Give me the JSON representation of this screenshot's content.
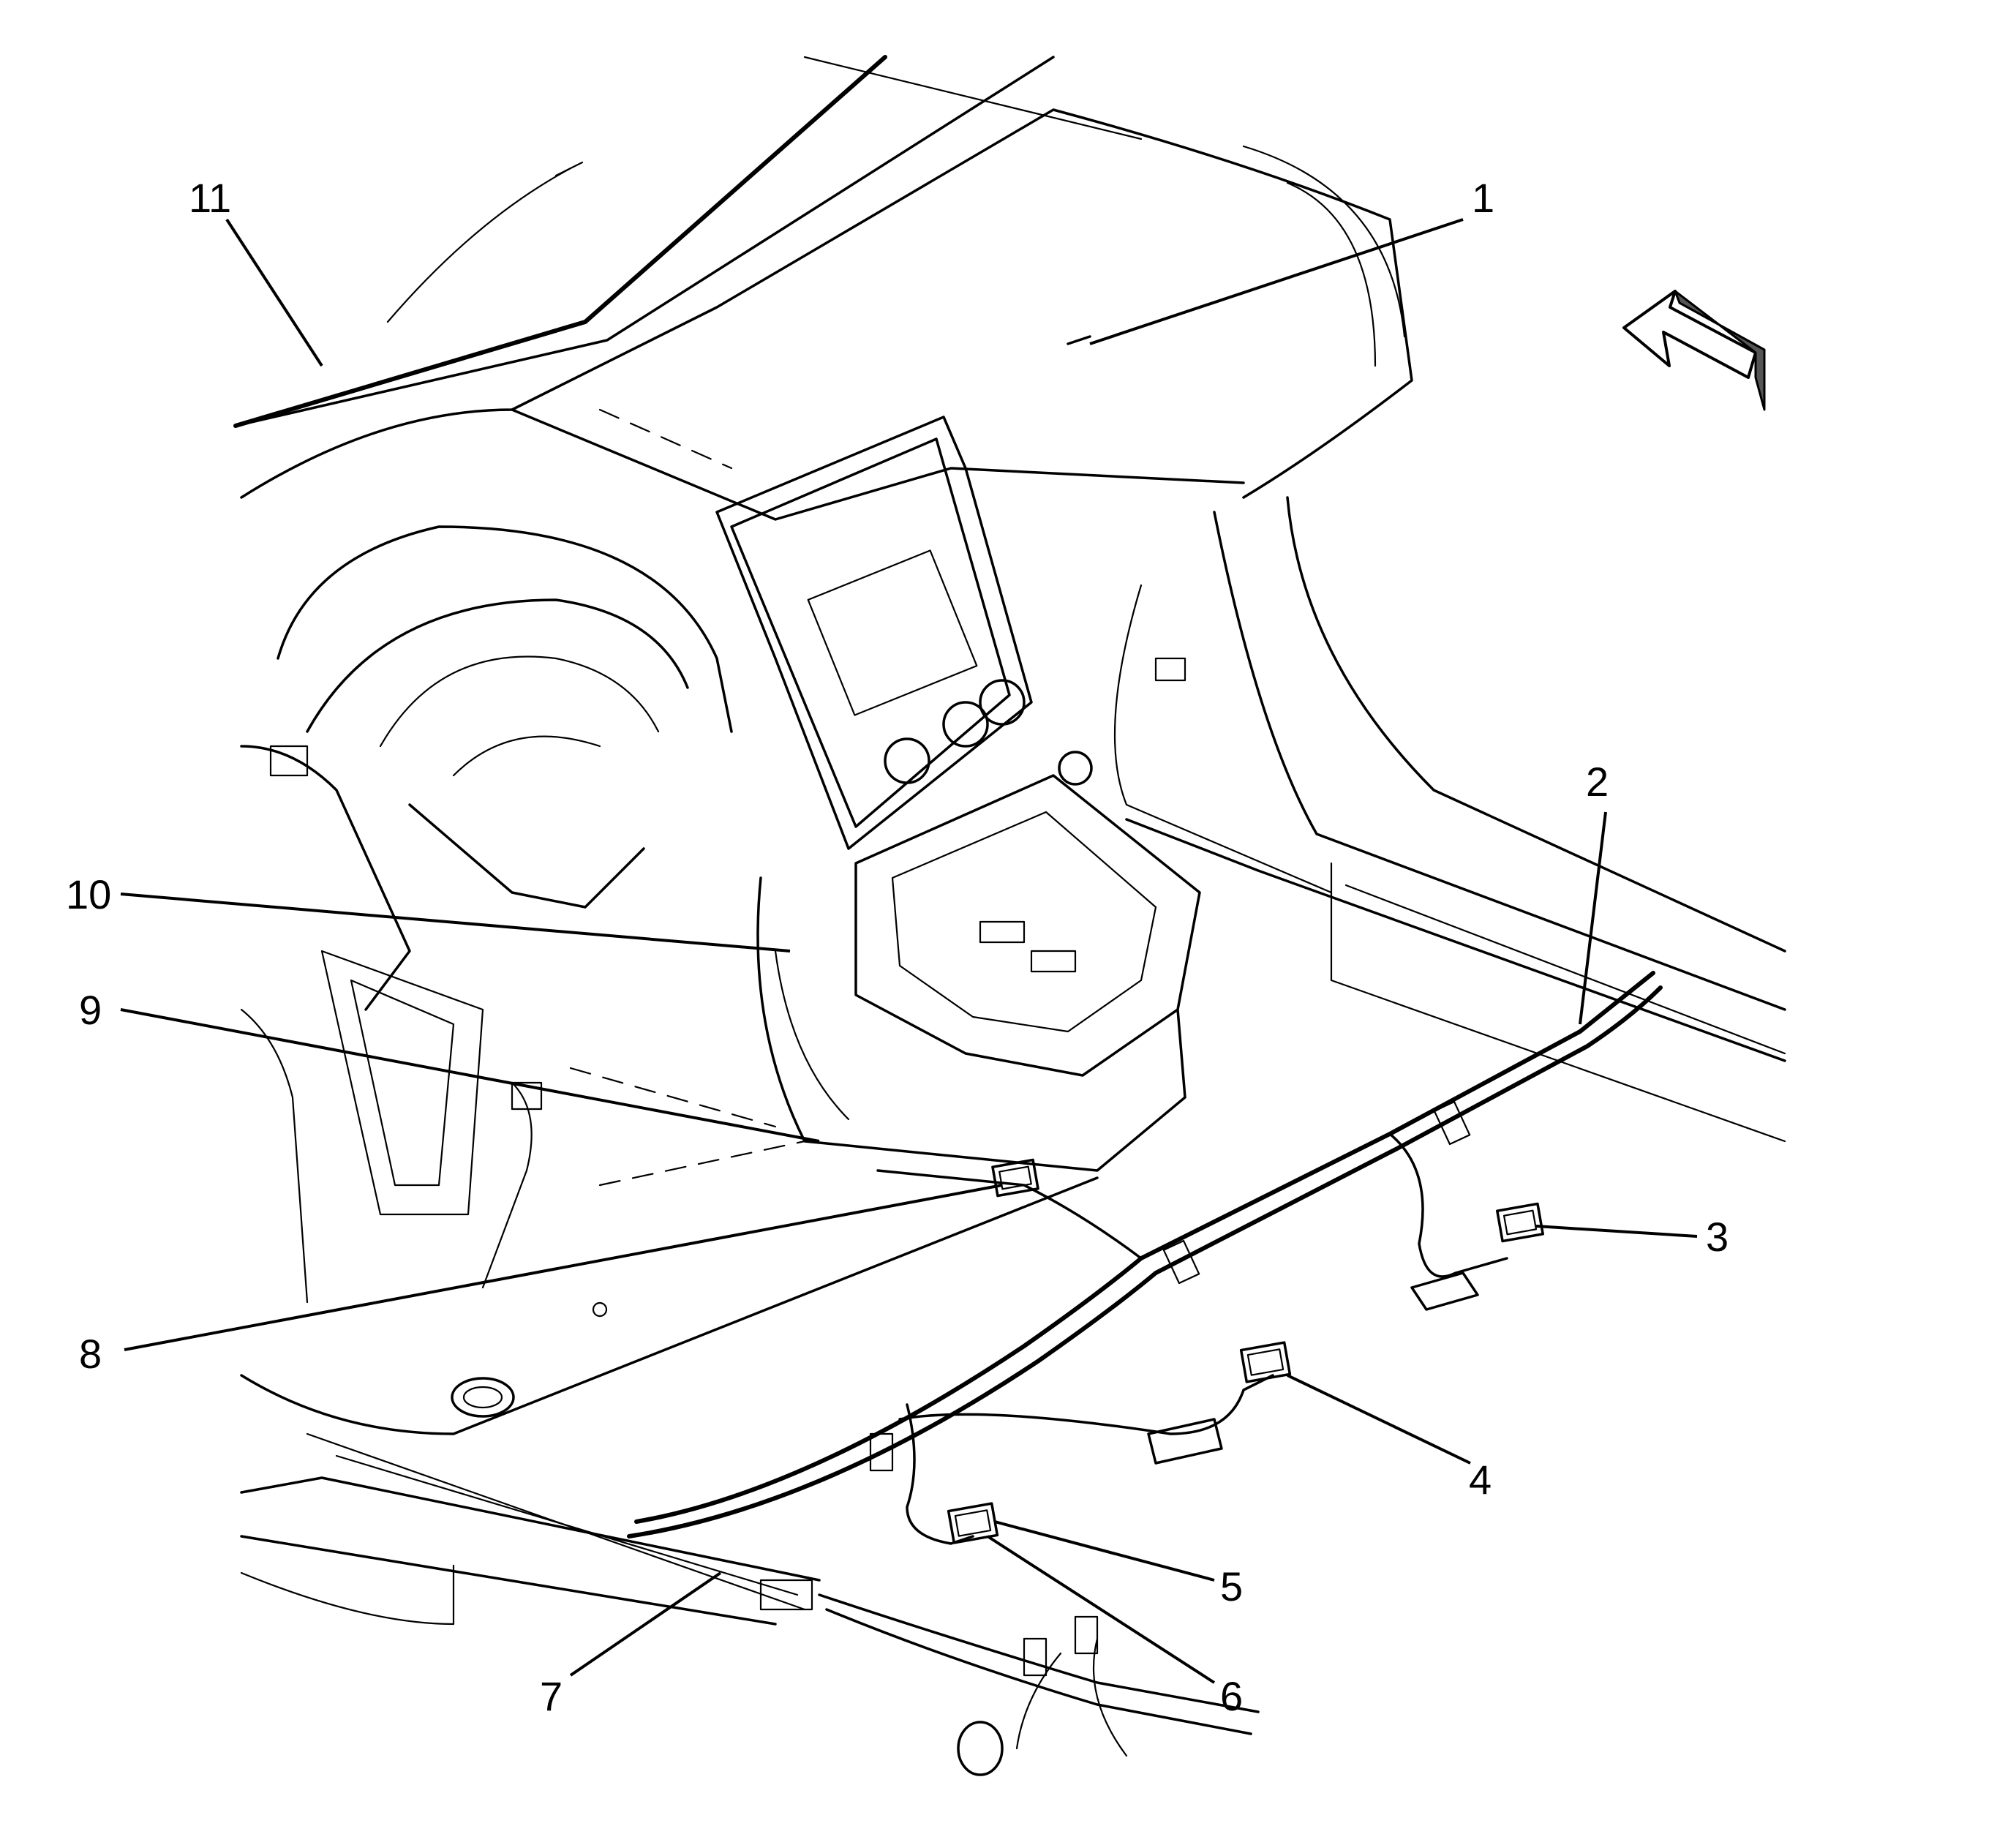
{
  "diagram": {
    "callouts": [
      {
        "id": "1",
        "label": "1"
      },
      {
        "id": "2",
        "label": "2"
      },
      {
        "id": "3",
        "label": "3"
      },
      {
        "id": "4",
        "label": "4"
      },
      {
        "id": "5",
        "label": "5"
      },
      {
        "id": "6",
        "label": "6"
      },
      {
        "id": "7",
        "label": "7"
      },
      {
        "id": "8",
        "label": "8"
      },
      {
        "id": "9",
        "label": "9"
      },
      {
        "id": "10",
        "label": "10"
      },
      {
        "id": "11",
        "label": "11"
      }
    ],
    "colors": {
      "ink": "#000000",
      "background": "#ffffff",
      "arrow_shade": "#555555"
    },
    "icons": {
      "direction_arrow": "front-direction-arrow-icon"
    }
  }
}
